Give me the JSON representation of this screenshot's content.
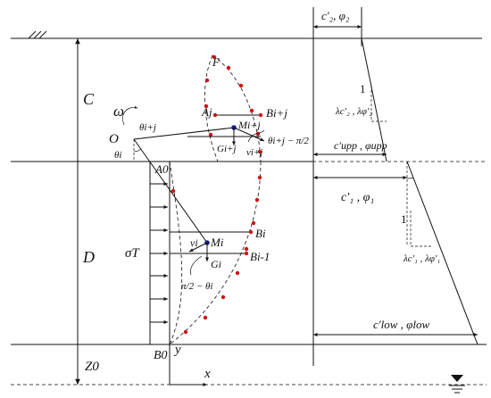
{
  "labels": {
    "top_params": "c′₂, φ₂",
    "upper_layer": "C",
    "lower_layer": "D",
    "z0": "Z0",
    "omega": "ω",
    "origin": "O",
    "theta_i_j": "θi+j",
    "theta_i": "θi",
    "point_F": "F",
    "point_Aj": "Aj",
    "point_Bij": "Bi+j",
    "point_Mij": "Mi+j",
    "point_Gij": "Gi+j",
    "vel_ij": "vi+j",
    "angle_ij": "θi+j − π/2",
    "point_A0": "A0",
    "point_Bi": "Bi",
    "point_Bi1": "Bi-1",
    "point_Mi": "Mi",
    "vel_i": "vi",
    "weight_i": "Gi",
    "sigma": "σT",
    "angle_i": "π/2 − θi",
    "point_B0": "B0",
    "axis_y": "y",
    "axis_x": "x",
    "slope_one_upper": "1",
    "lambda_upper": "λc′₂ , λφ′₂",
    "upper_params": "c′upp , φupp",
    "c1_params": "c′₁ , φ₁",
    "slope_one_lower": "1",
    "lambda_lower": "λc′₁ , λφ′₁",
    "low_params": "c′low , φlow"
  },
  "colors": {
    "line": "#111111",
    "marker": "#d01414",
    "background": "#ffffff"
  }
}
